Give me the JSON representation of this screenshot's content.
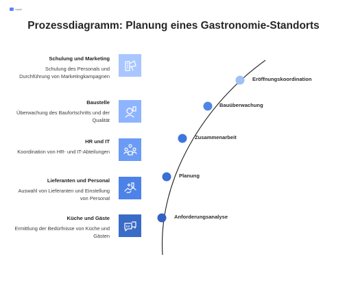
{
  "logo": {
    "text": "napkin"
  },
  "title": "Prozessdiagramm: Planung eines Gastronomie-Standorts",
  "steps": [
    {
      "title": "Schulung und Marketing",
      "desc": "Schulung des Personals und Durchführung von Marketingkampagnen",
      "icon": "megaphone-icon",
      "color": "#a9c6ff"
    },
    {
      "title": "Baustelle",
      "desc": "Überwachung des Baufortschritts und der Qualität",
      "icon": "worker-icon",
      "color": "#8fb4ff"
    },
    {
      "title": "HR und IT",
      "desc": "Koordination von HR- und IT-Abteilungen",
      "icon": "team-icon",
      "color": "#6b9cf5"
    },
    {
      "title": "Lieferanten und Personal",
      "desc": "Auswahl von Lieferanten und Einstellung von Personal",
      "icon": "handshake-icon",
      "color": "#4d83e8"
    },
    {
      "title": "Küche und Gäste",
      "desc": "Ermittlung der Bedürfnisse von Küche und Gästen",
      "icon": "chat-icon",
      "color": "#3a6cc7"
    }
  ],
  "phases": [
    {
      "label": "Eröffnungskoordination",
      "color": "#9ec2f5"
    },
    {
      "label": "Bauüberwachung",
      "color": "#4f86e4"
    },
    {
      "label": "Zusammenarbeit",
      "color": "#3e76de"
    },
    {
      "label": "Planung",
      "color": "#3a6fd6"
    },
    {
      "label": "Anforderungsanalyse",
      "color": "#3462c2"
    }
  ]
}
